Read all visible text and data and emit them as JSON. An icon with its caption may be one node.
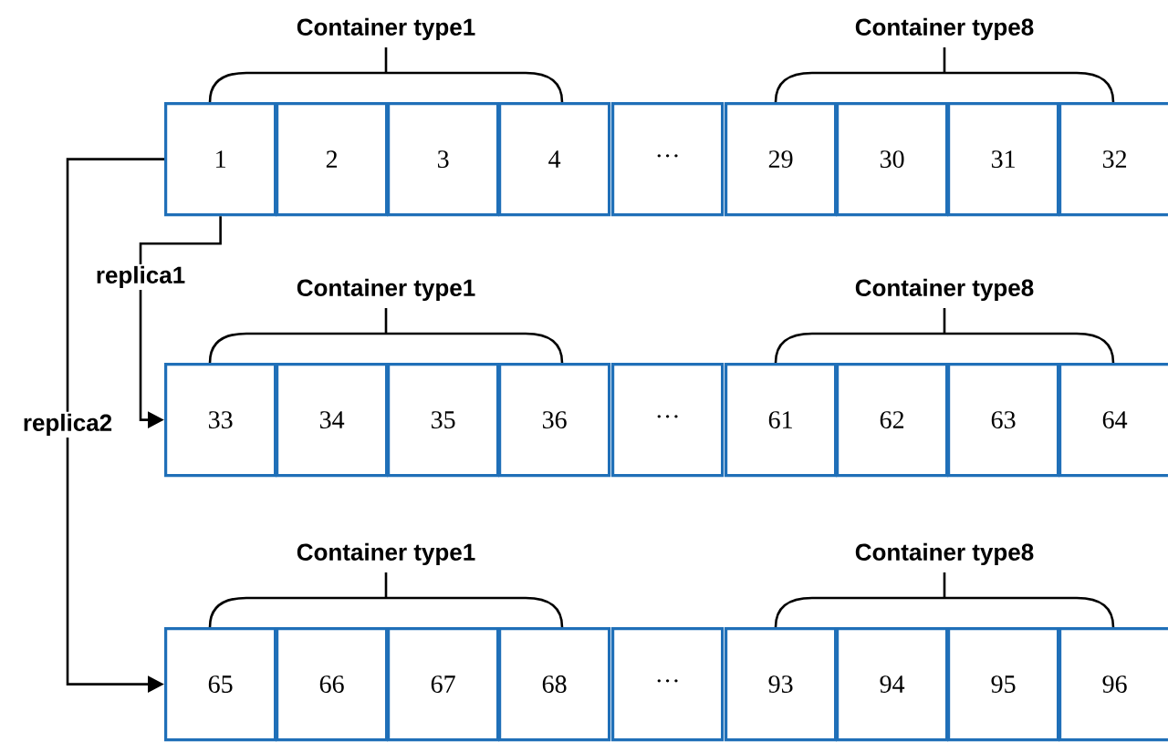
{
  "diagram": {
    "nodes": [
      {
        "text": [
          "1"
        ]
      },
      {
        "text": [
          "2"
        ]
      },
      {
        "text": [
          "3"
        ]
      },
      {
        "text": [
          "4"
        ]
      },
      {
        "text": [
          "···"
        ]
      },
      {
        "text": [
          "29"
        ]
      },
      {
        "text": [
          "30"
        ]
      },
      {
        "text": [
          "31"
        ]
      },
      {
        "text": [
          "32"
        ]
      },
      {
        "text": [
          "33"
        ]
      },
      {
        "text": [
          "34"
        ]
      },
      {
        "text": [
          "35"
        ]
      },
      {
        "text": [
          "36"
        ]
      },
      {
        "text": [
          "···"
        ]
      },
      {
        "text": [
          "61"
        ]
      },
      {
        "text": [
          "62"
        ]
      },
      {
        "text": [
          "63"
        ]
      },
      {
        "text": [
          "64"
        ]
      },
      {
        "text": [
          "65"
        ]
      },
      {
        "text": [
          "66"
        ]
      },
      {
        "text": [
          "67"
        ]
      },
      {
        "text": [
          "68"
        ]
      },
      {
        "text": [
          "···"
        ]
      },
      {
        "text": [
          "93"
        ]
      },
      {
        "text": [
          "94"
        ]
      },
      {
        "text": [
          "95"
        ]
      },
      {
        "text": [
          "96"
        ]
      }
    ],
    "edges": [
      {
        "from": 0,
        "to": 9,
        "arrow": "to",
        "label": "replica1"
      },
      {
        "from": 0,
        "to": 18,
        "arrow": "to",
        "label": "replica2"
      }
    ],
    "labels": [
      "Container type1",
      "Container type8",
      "Container type1",
      "Container type8",
      "Container type1",
      "Container type8"
    ]
  }
}
